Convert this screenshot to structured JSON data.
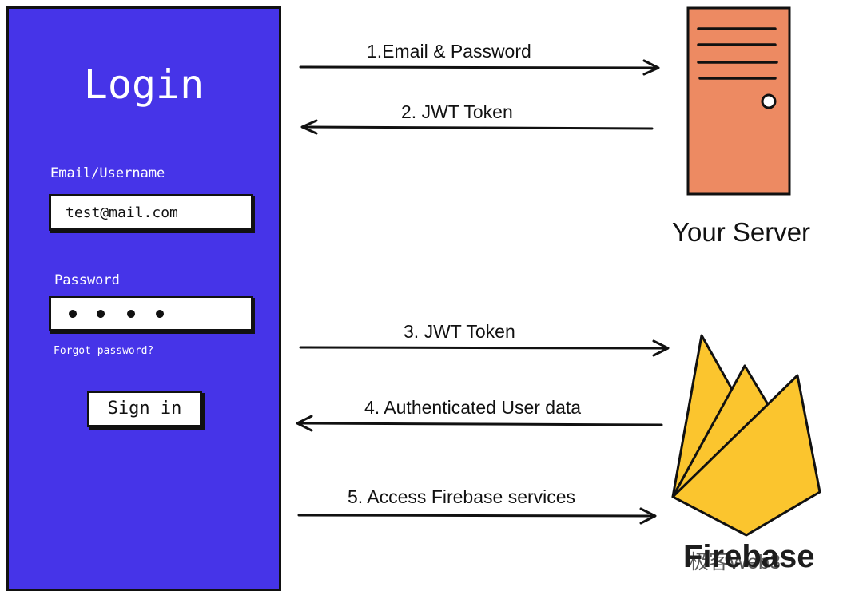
{
  "login": {
    "title": "Login",
    "email_label": "Email/Username",
    "email_value": "test@mail.com",
    "password_label": "Password",
    "forgot_link": "Forgot password?",
    "signin_label": "Sign in"
  },
  "steps": [
    {
      "label": "1.Email & Password"
    },
    {
      "label": "2. JWT Token"
    },
    {
      "label": "3. JWT Token"
    },
    {
      "label": "4. Authenticated User data"
    },
    {
      "label": "5. Access Firebase services"
    }
  ],
  "server": {
    "label": "Your Server",
    "color": "#ed8a62"
  },
  "firebase": {
    "label": "Firebase",
    "color": "#fbc52e"
  },
  "watermark": {
    "text": "极客Web3"
  },
  "colors": {
    "panel": "#4634e8",
    "outline": "#111111"
  }
}
